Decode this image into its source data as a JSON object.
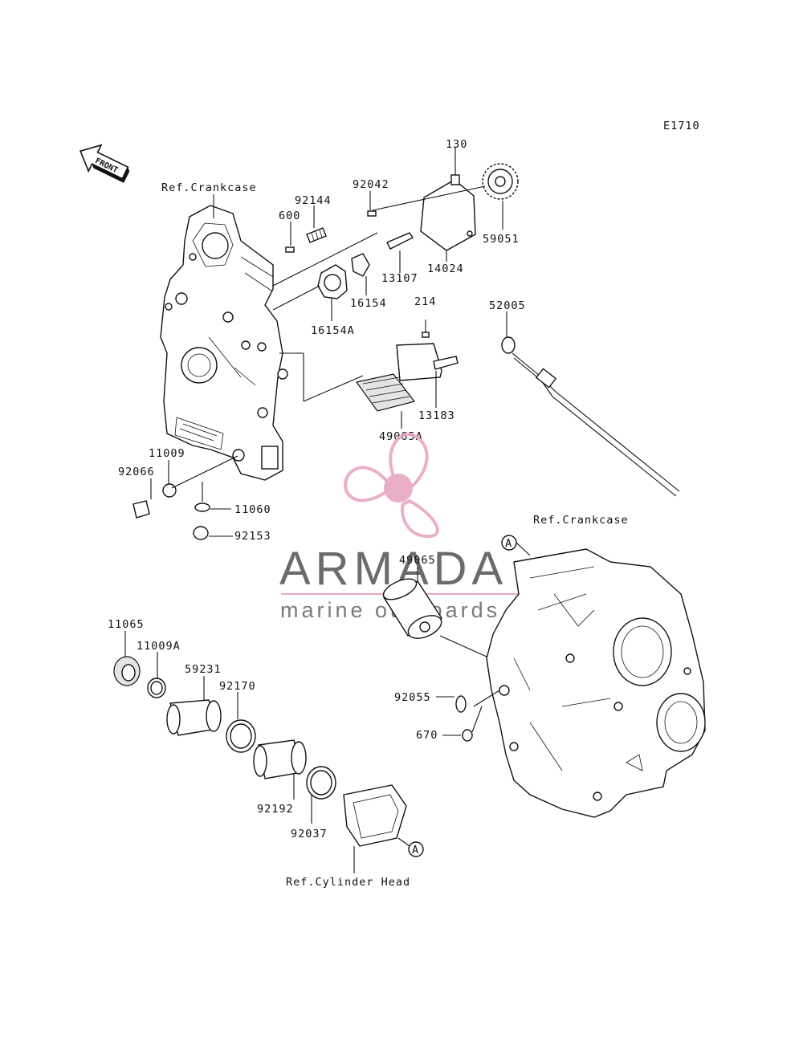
{
  "diagram_code": "E1710",
  "front_label": "FRONT",
  "references": {
    "crankcase_upper": "Ref.Crankcase",
    "crankcase_lower": "Ref.Crankcase",
    "cylinder_head": "Ref.Cylinder Head",
    "circle_a_upper": "A",
    "circle_a_lower": "A"
  },
  "part_labels": {
    "p130": "130",
    "p92042": "92042",
    "p92144": "92144",
    "p600": "600",
    "p59051": "59051",
    "p14024": "14024",
    "p13107": "13107",
    "p16154": "16154",
    "p16154A": "16154A",
    "p214": "214",
    "p52005": "52005",
    "p13183": "13183",
    "p49065A": "49065A",
    "p11009": "11009",
    "p92066": "92066",
    "p11060": "11060",
    "p92153": "92153",
    "p49065": "49065",
    "p11065": "11065",
    "p11009A": "11009A",
    "p59231": "59231",
    "p92170": "92170",
    "p92055": "92055",
    "p670": "670",
    "p92192": "92192",
    "p92037": "92037"
  },
  "watermark": {
    "brand": "ARMADA",
    "tagline": "marine outboards",
    "logo_color": "#e8a6c4"
  }
}
